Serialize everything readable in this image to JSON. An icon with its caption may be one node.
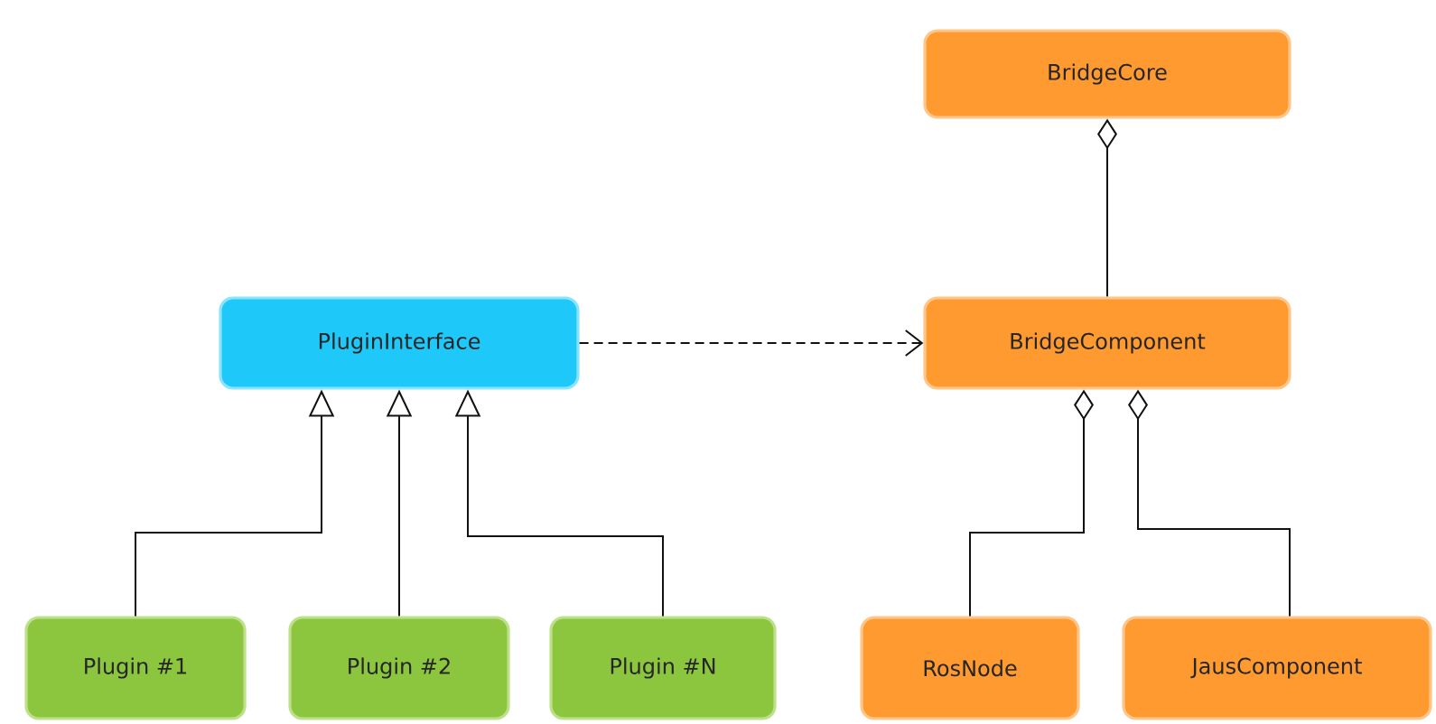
{
  "diagram": {
    "nodes": [
      {
        "text": [
          "BridgeCore"
        ]
      },
      {
        "text": [
          "PluginInterface"
        ]
      },
      {
        "text": [
          "BridgeComponent"
        ]
      },
      {
        "text": [
          "Plugin #1"
        ]
      },
      {
        "text": [
          "Plugin #2"
        ]
      },
      {
        "text": [
          "Plugin #N"
        ]
      },
      {
        "text": [
          "RosNode"
        ]
      },
      {
        "text": [
          "JausComponent"
        ]
      }
    ],
    "edges": [
      {
        "from": 2,
        "to": 0,
        "arrow": "other"
      },
      {
        "from": 1,
        "to": 2,
        "arrow": "to",
        "style": "dashed"
      },
      {
        "from": 3,
        "to": 1,
        "arrow": "to"
      },
      {
        "from": 4,
        "to": 1,
        "arrow": "to"
      },
      {
        "from": 5,
        "to": 1,
        "arrow": "to"
      },
      {
        "from": 6,
        "to": 2,
        "arrow": "other"
      },
      {
        "from": 7,
        "to": 2,
        "arrow": "other"
      }
    ]
  }
}
